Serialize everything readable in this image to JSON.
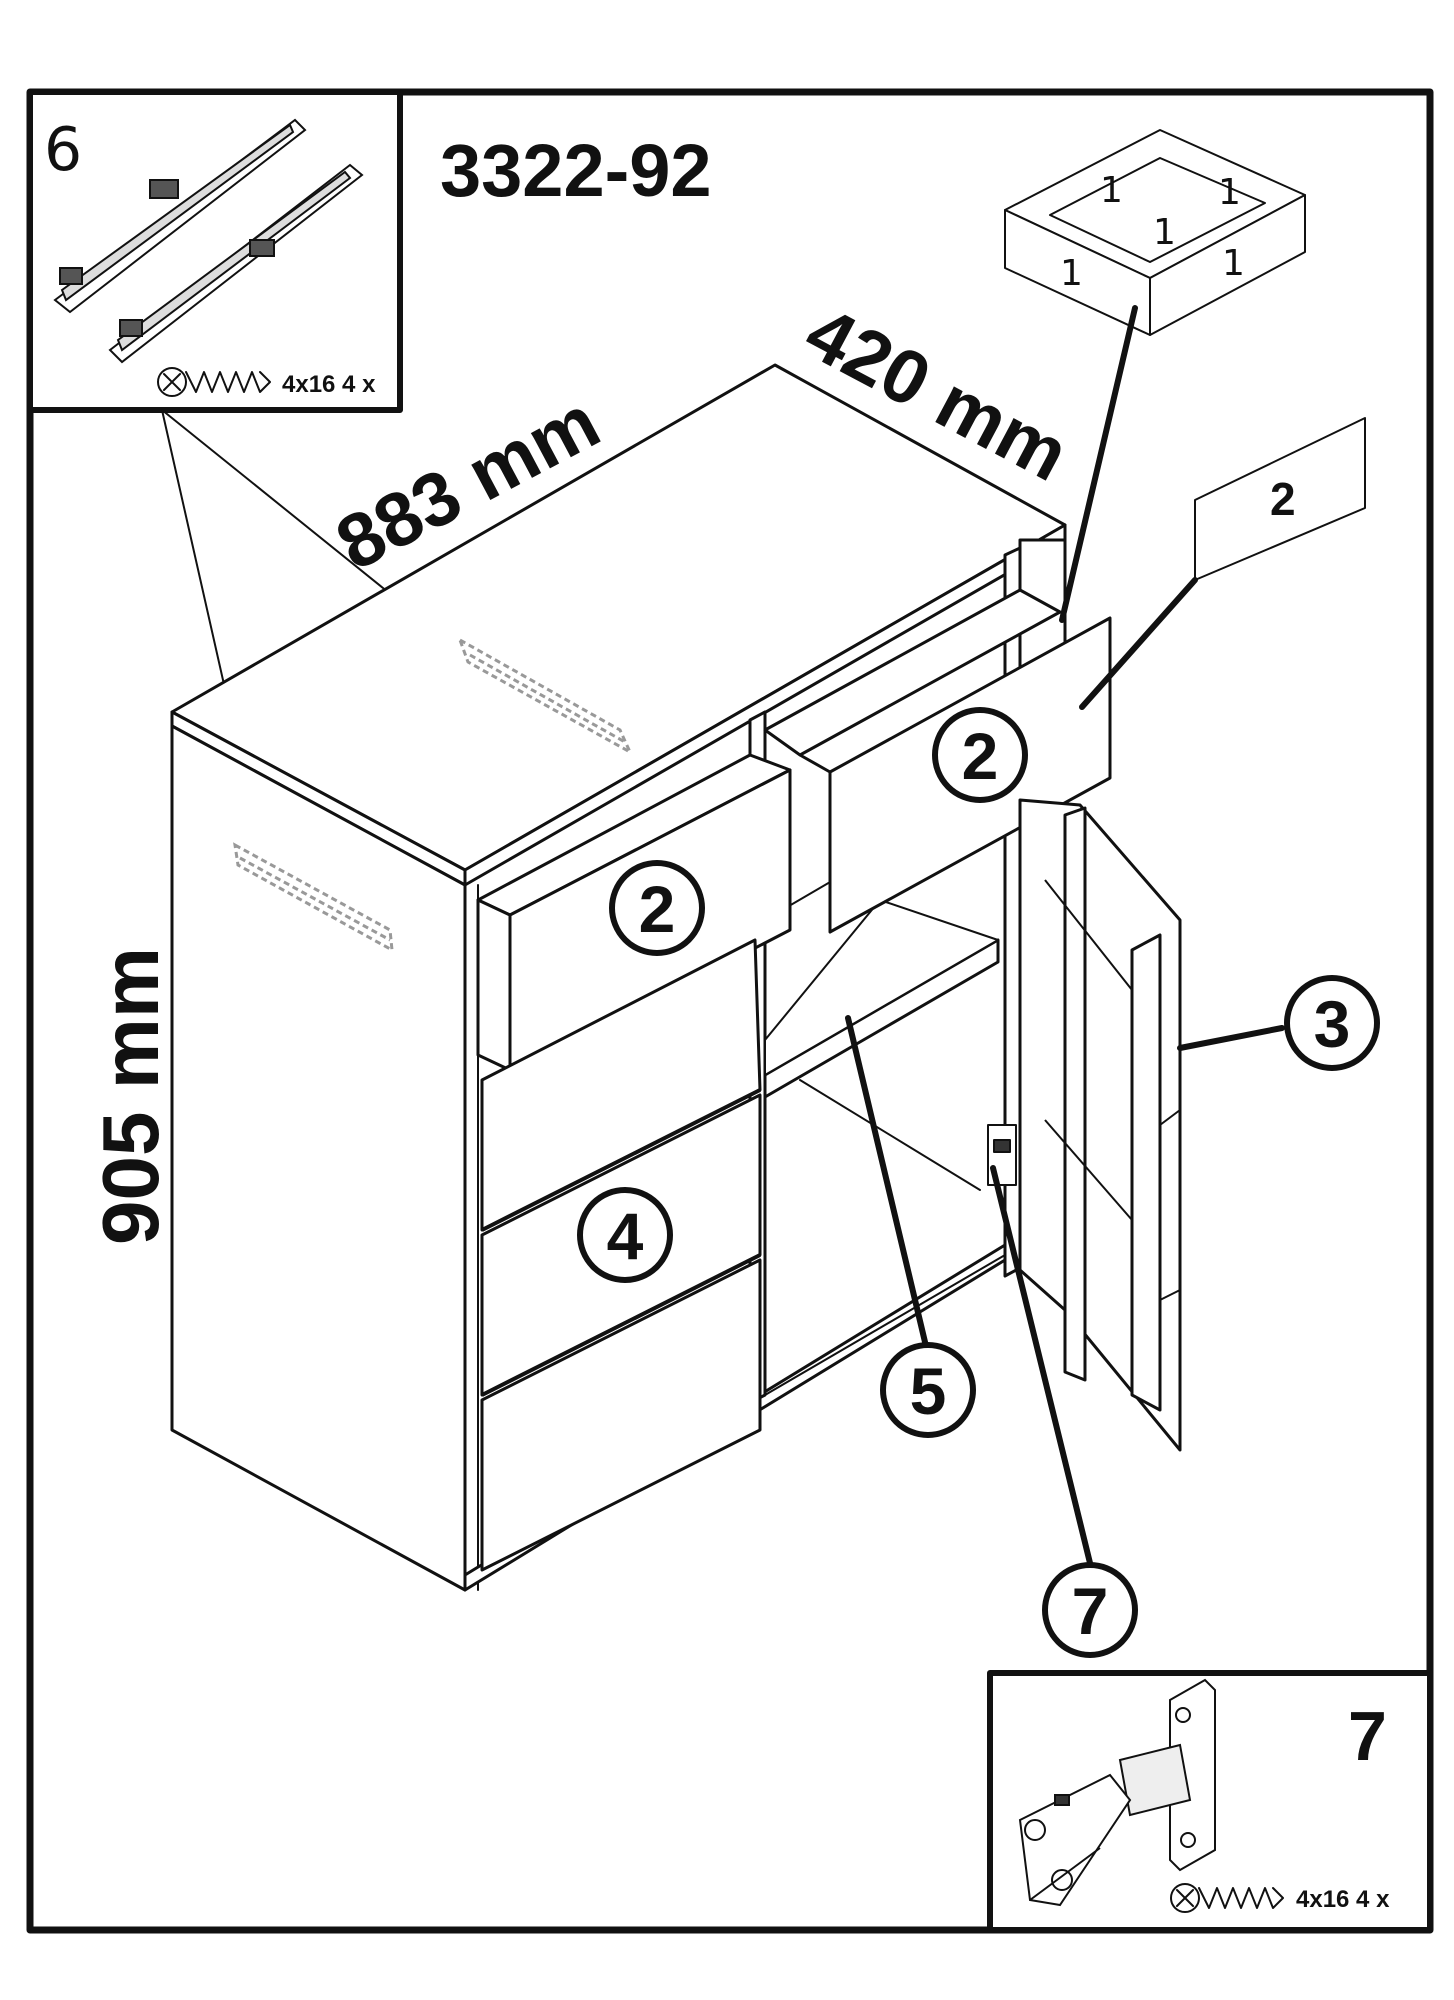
{
  "model_number": "3322-92",
  "dimensions": {
    "width": "883 mm",
    "depth": "420 mm",
    "height": "905 mm"
  },
  "inset_slide": {
    "number": "6",
    "screw_spec": "4x16 4 x"
  },
  "inset_hinge": {
    "number": "7",
    "screw_spec": "4x16 4 x"
  },
  "drawer_box_labels": [
    "1",
    "1",
    "1",
    "1",
    "1"
  ],
  "front_panel_label": "2",
  "callouts": {
    "drawer_front_left": "2",
    "drawer_front_right": "2",
    "door": "3",
    "front_panels": "4",
    "shelf": "5",
    "hinge": "7"
  },
  "colors": {
    "line": "#111111",
    "background": "#ffffff",
    "ghost": "#999999"
  }
}
